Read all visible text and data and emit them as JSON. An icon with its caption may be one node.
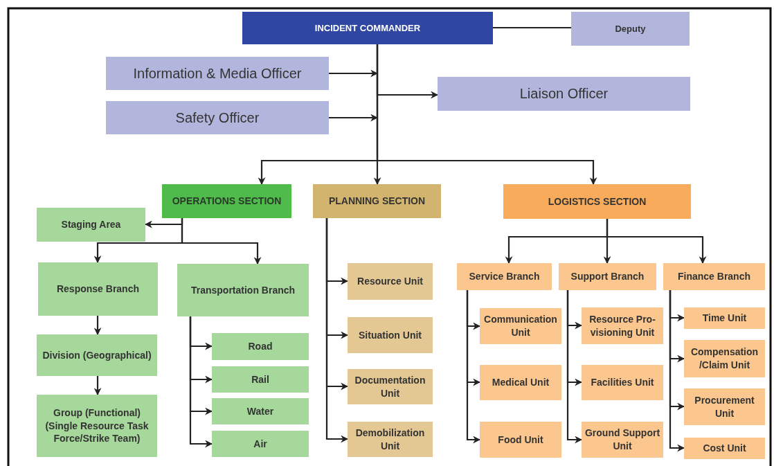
{
  "diagram": {
    "nodes": [
      {
        "text": [
          "INCIDENT COMMANDER"
        ]
      },
      {
        "text": [
          "Deputy"
        ]
      },
      {
        "text": [
          "Information & Media Officer"
        ]
      },
      {
        "text": [
          "Liaison Officer"
        ]
      },
      {
        "text": [
          "Safety Officer"
        ]
      },
      {
        "text": [
          "OPERATIONS SECTION"
        ]
      },
      {
        "text": [
          "PLANNING SECTION"
        ]
      },
      {
        "text": [
          "LOGISTICS SECTION"
        ]
      },
      {
        "text": [
          "Staging Area"
        ]
      },
      {
        "text": [
          "Response Branch"
        ]
      },
      {
        "text": [
          "Transportation Branch"
        ]
      },
      {
        "text": [
          "Division (Geographical)"
        ]
      },
      {
        "text": [
          "Road"
        ]
      },
      {
        "text": [
          "Rail"
        ]
      },
      {
        "text": [
          "Water"
        ]
      },
      {
        "text": [
          "Air"
        ]
      },
      {
        "text": [
          "Group (Functional) (Single Resource Task Force/Strike Team)"
        ]
      },
      {
        "text": [
          "Resource Unit"
        ]
      },
      {
        "text": [
          "Situation Unit"
        ]
      },
      {
        "text": [
          "Documentation Unit"
        ]
      },
      {
        "text": [
          "Demobilization Unit"
        ]
      },
      {
        "text": [
          "Service Branch"
        ]
      },
      {
        "text": [
          "Support Branch"
        ]
      },
      {
        "text": [
          "Finance Branch"
        ]
      },
      {
        "text": [
          "Communication Unit"
        ]
      },
      {
        "text": [
          "Medical Unit"
        ]
      },
      {
        "text": [
          "Food Unit"
        ]
      },
      {
        "text": [
          "Resource Pro-visioning Unit"
        ]
      },
      {
        "text": [
          "Facilities Unit"
        ]
      },
      {
        "text": [
          "Ground Support Unit"
        ]
      },
      {
        "text": [
          "Time Unit"
        ]
      },
      {
        "text": [
          "Compensation /Claim Unit"
        ]
      },
      {
        "text": [
          "Procurement Unit"
        ]
      },
      {
        "text": [
          "Cost Unit"
        ]
      }
    ],
    "edges": [
      {
        "from": 0,
        "to": 1,
        "arrow": "none"
      },
      {
        "from": 2,
        "to": null,
        "arrow": "to"
      },
      {
        "from": 0,
        "to": 3,
        "arrow": "to"
      },
      {
        "from": 4,
        "to": null,
        "arrow": "to"
      },
      {
        "from": 0,
        "to": 5,
        "arrow": "to"
      },
      {
        "from": 0,
        "to": 6,
        "arrow": "to"
      },
      {
        "from": 0,
        "to": 7,
        "arrow": "to"
      },
      {
        "from": 5,
        "to": 8,
        "arrow": "to"
      },
      {
        "from": 5,
        "to": 9,
        "arrow": "to"
      },
      {
        "from": 5,
        "to": 10,
        "arrow": "to"
      },
      {
        "from": 9,
        "to": 11,
        "arrow": "to"
      },
      {
        "from": 11,
        "to": 16,
        "arrow": "to"
      },
      {
        "from": 10,
        "to": 12,
        "arrow": "to"
      },
      {
        "from": 10,
        "to": 13,
        "arrow": "to"
      },
      {
        "from": 10,
        "to": 14,
        "arrow": "to"
      },
      {
        "from": 10,
        "to": 15,
        "arrow": "to"
      },
      {
        "from": 6,
        "to": 17,
        "arrow": "to"
      },
      {
        "from": 6,
        "to": 18,
        "arrow": "to"
      },
      {
        "from": 6,
        "to": 19,
        "arrow": "to"
      },
      {
        "from": 6,
        "to": 20,
        "arrow": "to"
      },
      {
        "from": 7,
        "to": 21,
        "arrow": "to"
      },
      {
        "from": 7,
        "to": 22,
        "arrow": "to"
      },
      {
        "from": 7,
        "to": 23,
        "arrow": "to"
      },
      {
        "from": 21,
        "to": 24,
        "arrow": "to"
      },
      {
        "from": 21,
        "to": 25,
        "arrow": "to"
      },
      {
        "from": 21,
        "to": 26,
        "arrow": "to"
      },
      {
        "from": 22,
        "to": 27,
        "arrow": "to"
      },
      {
        "from": 22,
        "to": 28,
        "arrow": "to"
      },
      {
        "from": 22,
        "to": 29,
        "arrow": "to"
      },
      {
        "from": 23,
        "to": 30,
        "arrow": "to"
      },
      {
        "from": 23,
        "to": 31,
        "arrow": "to"
      },
      {
        "from": 23,
        "to": 32,
        "arrow": "to"
      },
      {
        "from": 23,
        "to": 33,
        "arrow": "to"
      }
    ]
  }
}
